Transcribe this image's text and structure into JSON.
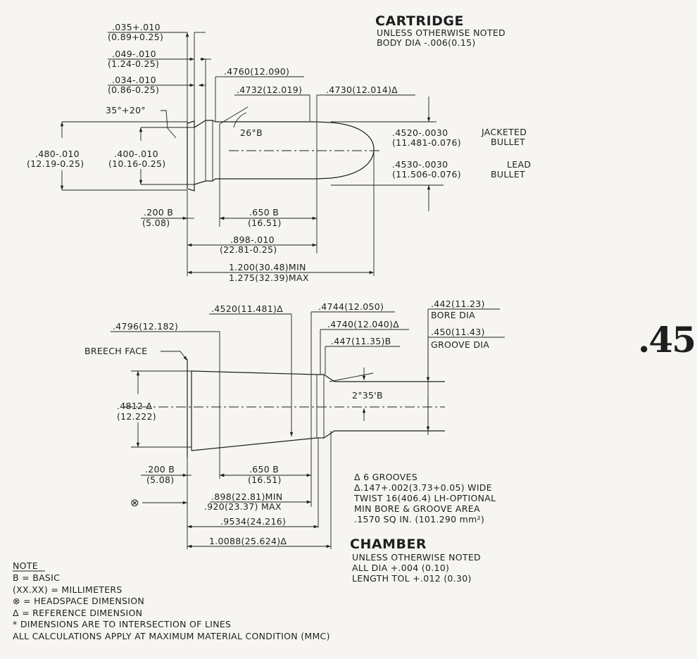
{
  "cartridge": {
    "title": "CARTRIDGE",
    "note1": "UNLESS OTHERWISE NOTED",
    "note2": "BODY DIA -.006(0.15)",
    "dims": {
      "rim_thick_in": ".035+.010",
      "rim_thick_mm": "(0.89+0.25)",
      "groove_w_in": ".049-.010",
      "groove_w_mm": "(1.24-0.25)",
      "groove_d_in": ".034-.010",
      "groove_d_mm": "(0.86-0.25)",
      "angle_35": "35°+20°",
      "d_4760": ".4760(12.090)",
      "d_4732": ".4732(12.019)",
      "d_4730": ".4730(12.014)Δ",
      "angle_26": "26°B",
      "rim_dia_in": ".480-.010",
      "rim_dia_mm": "(12.19-0.25)",
      "groove_dia_in": ".400-.010",
      "groove_dia_mm": "(10.16-0.25)",
      "jk_in": ".4520-.0030",
      "jk_mm": "(11.481-0.076)",
      "jk_label1": "JACKETED",
      "jk_label2": "BULLET",
      "ld_in": ".4530-.0030",
      "ld_mm": "(11.506-0.076)",
      "ld_label1": "LEAD",
      "ld_label2": "BULLET",
      "l200_in": ".200 B",
      "l200_mm": "(5.08)",
      "l650_in": ".650 B",
      "l650_mm": "(16.51)",
      "l898_in": ".898-.010",
      "l898_mm": "(22.81-0.25)",
      "oal_min": "1.200(30.48)MIN",
      "oal_max": "1.275(32.39)MAX"
    }
  },
  "chamber": {
    "title": "CHAMBER",
    "note1": "UNLESS OTHERWISE NOTED",
    "note2": "ALL DIA +.004 (0.10)",
    "note3": "LENGTH TOL +.012 (0.30)",
    "dims": {
      "d_4520": ".4520(11.481)Δ",
      "d_4744": ".4744(12.050)",
      "d_4740": ".4740(12.040)Δ",
      "d_447": ".447(11.35)B",
      "d_4796": ".4796(12.182)",
      "bore": ".442(11.23)",
      "bore_label": "BORE DIA",
      "groove": ".450(11.43)",
      "groove_label": "GROOVE DIA",
      "breech": "BREECH FACE",
      "d_4812_in": ".4812 Δ",
      "d_4812_mm": "(12.222)",
      "angle_2": "2°35'B",
      "l200_in": ".200 B",
      "l200_mm": "(5.08)",
      "l650_in": ".650 B",
      "l650_mm": "(16.51)",
      "hs_symbol": "⊗",
      "hs_min": ".898(22.81)MIN",
      "hs_max": ".920(23.37) MAX",
      "l9534": ".9534(24.216)",
      "l10088": "1.0088(25.624)Δ"
    },
    "rifling": [
      "Δ 6 GROOVES",
      "Δ.147+.002(3.73+0.05) WIDE",
      "TWIST 16(406.4) LH-OPTIONAL",
      "MIN BORE & GROOVE AREA",
      ".1570 SQ IN. (101.290 mm²)"
    ]
  },
  "caliber": ".45",
  "notes": {
    "heading": "NOTE",
    "lines": [
      "B = BASIC",
      "(XX.XX) = MILLIMETERS",
      "⊗ = HEADSPACE DIMENSION",
      "Δ = REFERENCE DIMENSION",
      "* DIMENSIONS ARE TO INTERSECTION OF LINES",
      "ALL CALCULATIONS APPLY AT MAXIMUM MATERIAL CONDITION (MMC)"
    ]
  }
}
